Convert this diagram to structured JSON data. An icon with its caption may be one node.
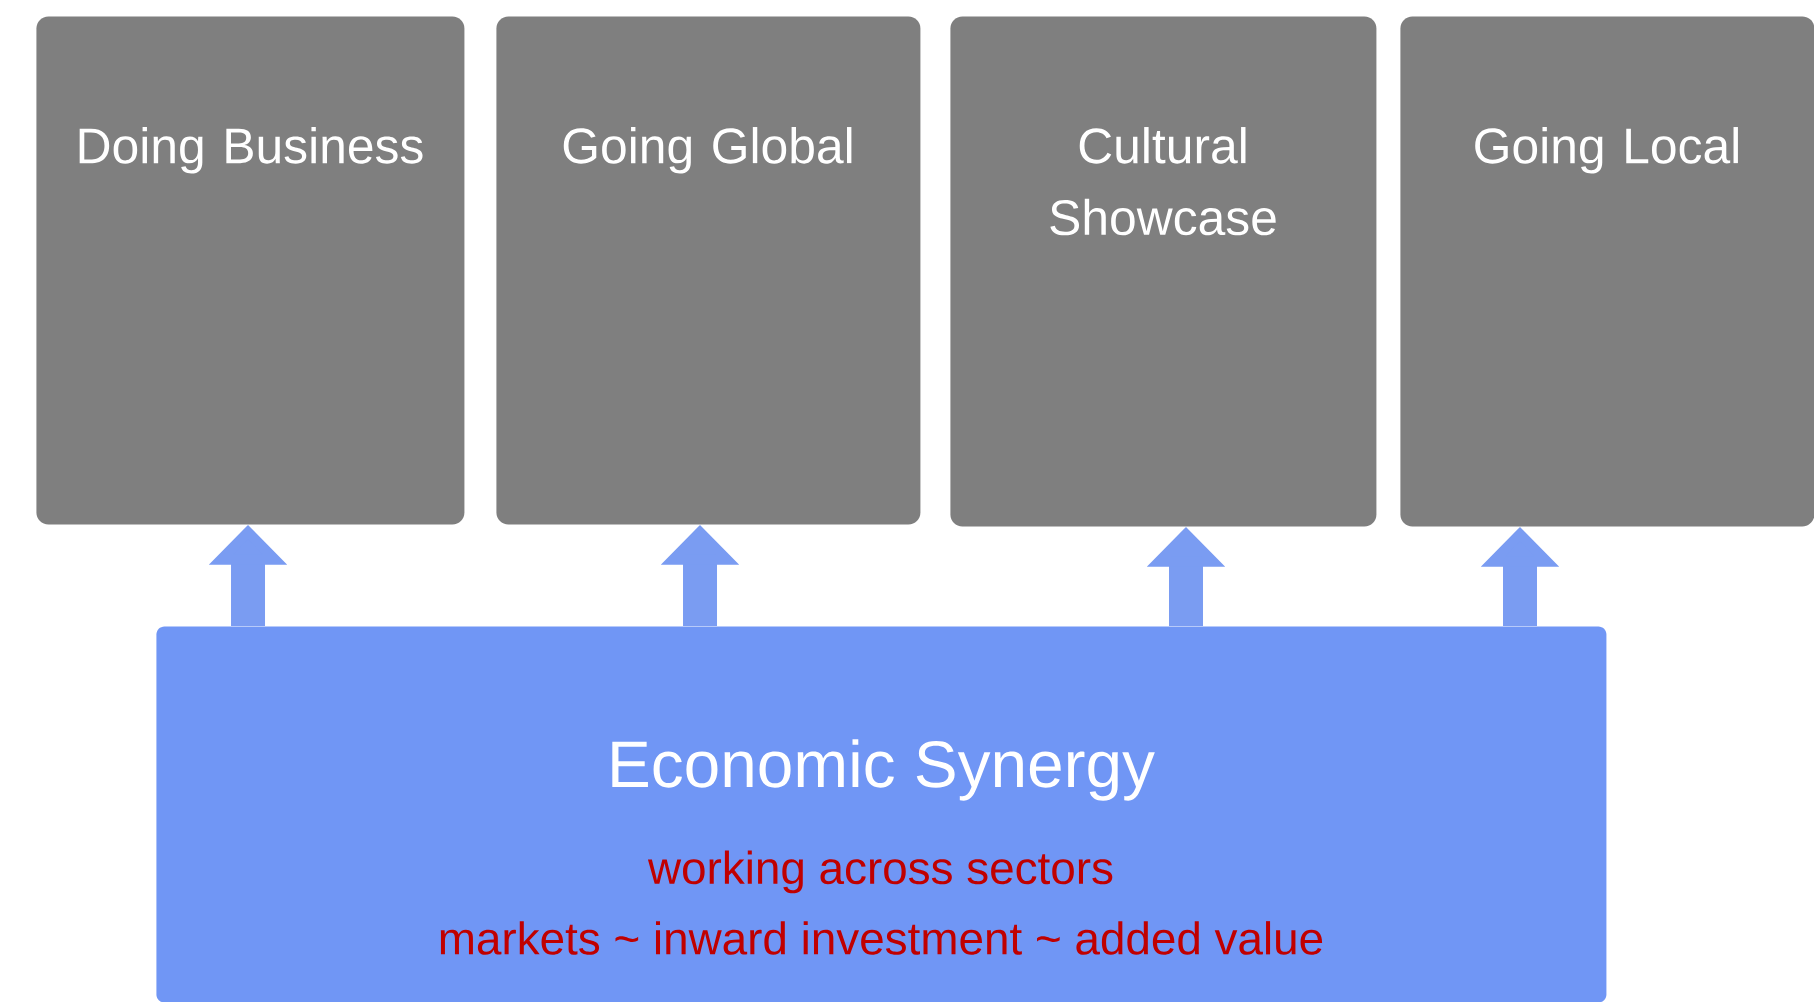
{
  "diagram": {
    "nodes": [
      {
        "text": [
          "Doing Business"
        ]
      },
      {
        "text": [
          "Going Global"
        ]
      },
      {
        "text": [
          "Cultural Showcase"
        ]
      },
      {
        "text": [
          "Going Local"
        ]
      },
      {
        "text": [
          "Economic Synergy",
          "working across sectors",
          "markets ~ inward investment ~ added value"
        ]
      }
    ],
    "edges": [
      {
        "from": 4,
        "to": 0,
        "arrow": "to"
      },
      {
        "from": 4,
        "to": 1,
        "arrow": "to"
      },
      {
        "from": 4,
        "to": 2,
        "arrow": "to"
      },
      {
        "from": 4,
        "to": 3,
        "arrow": "to"
      }
    ]
  }
}
